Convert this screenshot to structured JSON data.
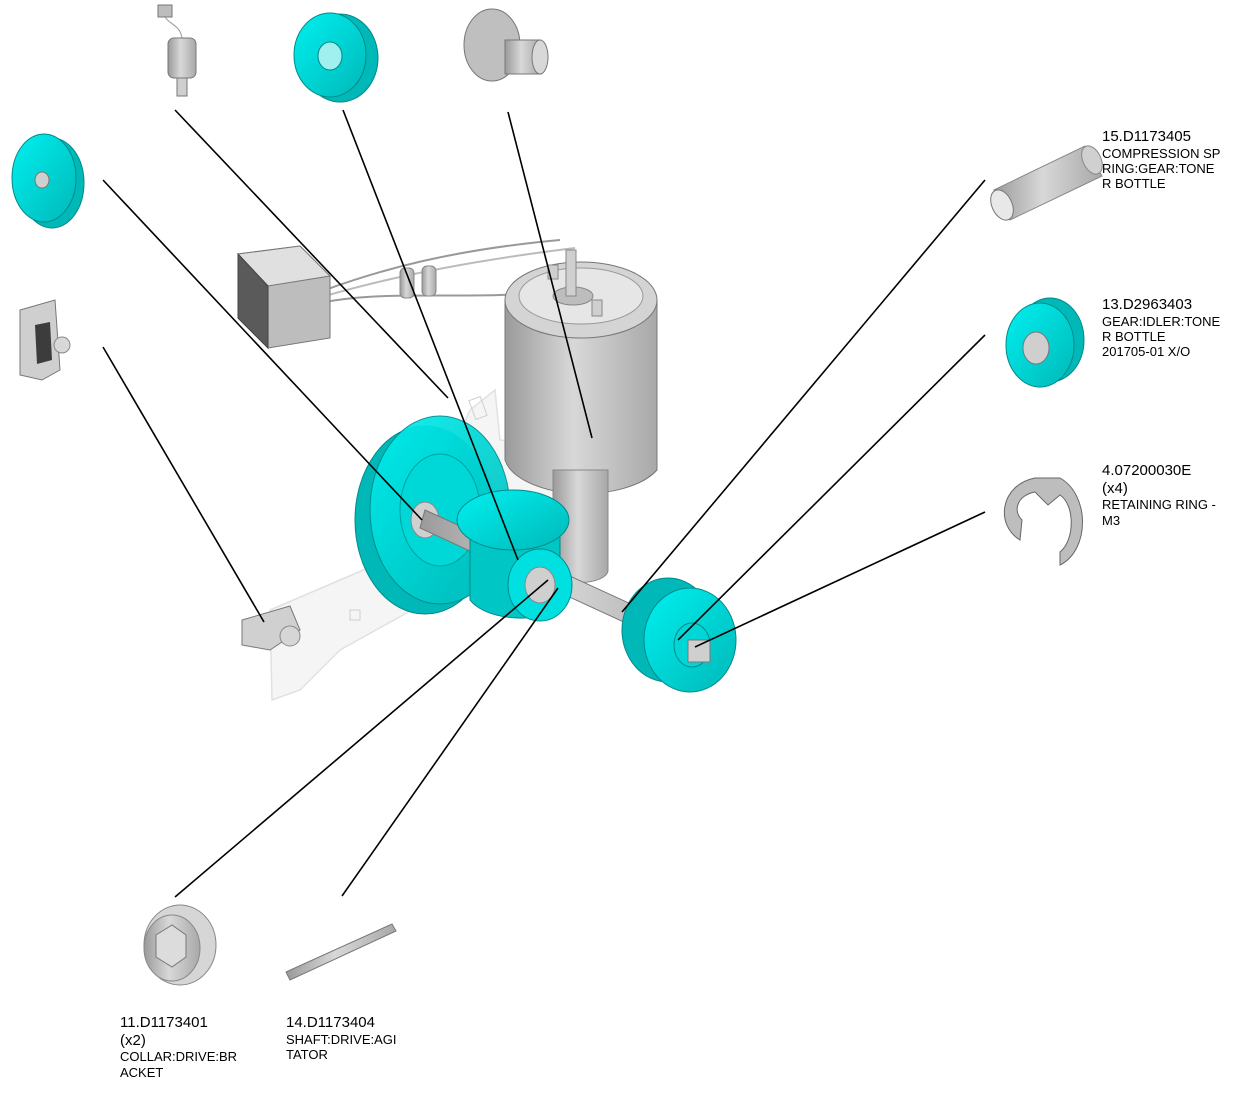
{
  "colors": {
    "accent": "#00e5e5",
    "accent_dark": "#00a8a8",
    "metal": "#c8c8c8",
    "metal_dark": "#8a8a8a",
    "leader": "#000000"
  },
  "callouts": {
    "c15": {
      "number": "15.D1173405",
      "lines": [
        "COMPRESSION SP",
        "RING:GEAR:TONE",
        "R BOTTLE"
      ]
    },
    "c13": {
      "number": "13.D2963403",
      "lines": [
        "GEAR:IDLER:TONE",
        "R BOTTLE",
        "201705-01 X/O"
      ]
    },
    "c4": {
      "number": "4.07200030E",
      "qty": "(x4)",
      "lines": [
        "RETAINING RING -",
        "M3"
      ]
    },
    "c11": {
      "number": "11.D1173401",
      "qty": "(x2)",
      "lines": [
        "COLLAR:DRIVE:BR",
        "ACKET"
      ]
    },
    "c14": {
      "number": "14.D1173404",
      "lines": [
        "SHAFT:DRIVE:AGI",
        "TATOR"
      ]
    }
  }
}
